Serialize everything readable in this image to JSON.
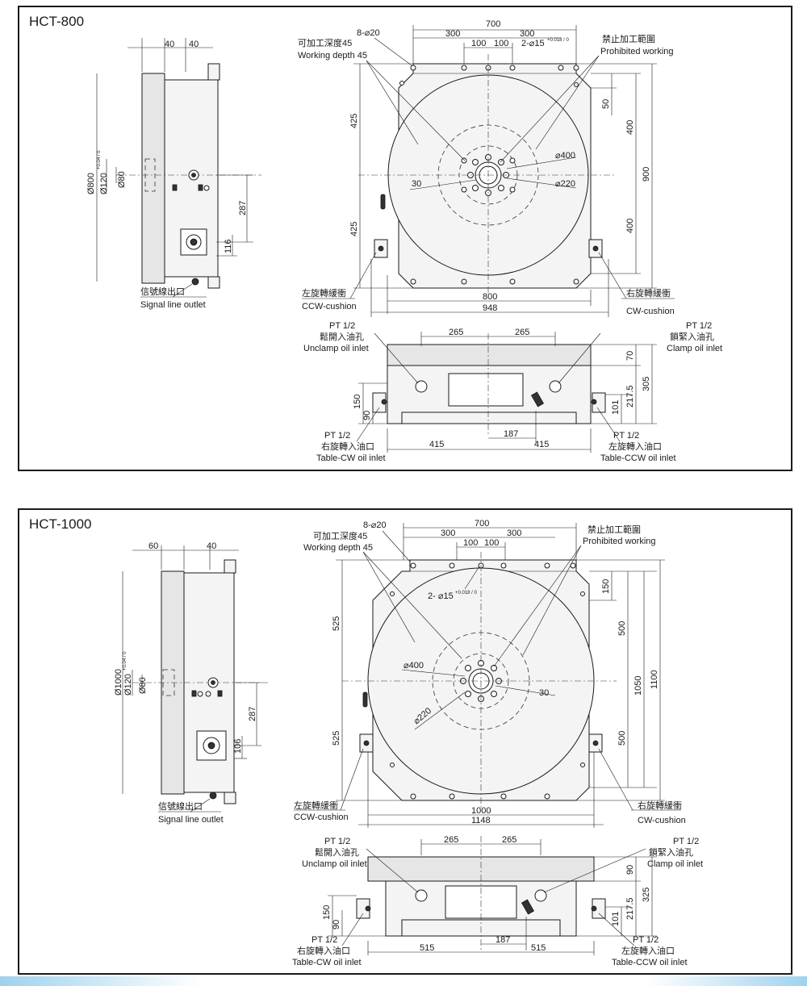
{
  "drawings": [
    {
      "model": "HCT-800",
      "side_view": {
        "top_dims": [
          "40",
          "40"
        ],
        "dia_outer": "Ø800",
        "dia_bore": "Ø120",
        "dia_bore_tol": "+0.04 / 0",
        "dia_inner": "Ø80",
        "height_dims": [
          "287",
          "116"
        ],
        "signal_cn": "信號線出口",
        "signal_en": "Signal line outlet"
      },
      "top_view": {
        "holes_label": "8-⌀20",
        "depth_cn": "可加工深度45",
        "depth_en": "Working depth 45",
        "prohibited_cn": "禁止加工範圍",
        "prohibited_en": "Prohibited working",
        "width_dims": [
          "700",
          "300",
          "300",
          "100",
          "100"
        ],
        "pin_label": "2-⌀15",
        "pin_tol": "+0.018 / 0",
        "left_dims": [
          "425",
          "425"
        ],
        "right_dims": [
          "50",
          "400",
          "400",
          "900"
        ],
        "circle_400": "⌀400",
        "circle_220": "⌀220",
        "tslot": "30",
        "bottom_dims": [
          "800",
          "948"
        ],
        "ccw_cn": "左旋轉緩衝",
        "ccw_en": "CCW-cushion",
        "cw_cn": "右旋轉緩衝",
        "cw_en": "CW-cushion"
      },
      "front_view": {
        "unclamp_pt": "PT 1/2",
        "unclamp_cn": "鬆開入油孔",
        "unclamp_en": "Unclamp oil inlet",
        "clamp_pt": "PT 1/2",
        "clamp_cn": "鎖緊入油孔",
        "clamp_en": "Clamp oil inlet",
        "top_dims": [
          "265",
          "265"
        ],
        "right_dims": [
          "70",
          "217.5",
          "305",
          "101"
        ],
        "left_dims": [
          "150",
          "90"
        ],
        "bottom_dims": [
          "415",
          "415",
          "187"
        ],
        "cw_pt": "PT 1/2",
        "cw_cn": "右旋轉入油口",
        "cw_en": "Table-CW oil inlet",
        "ccw_pt": "PT 1/2",
        "ccw_cn": "左旋轉入油口",
        "ccw_en": "Table-CCW oil inlet"
      }
    },
    {
      "model": "HCT-1000",
      "side_view": {
        "top_dims": [
          "60",
          "40"
        ],
        "dia_outer": "Ø1000",
        "dia_bore": "Ø120",
        "dia_bore_tol": "+0.04 / 0",
        "dia_inner": "Ø80",
        "height_dims": [
          "287",
          "106"
        ],
        "signal_cn": "信號線出口",
        "signal_en": "Signal line outlet"
      },
      "top_view": {
        "holes_label": "8-⌀20",
        "depth_cn": "可加工深度45",
        "depth_en": "Working depth 45",
        "prohibited_cn": "禁止加工範圍",
        "prohibited_en": "Prohibited working",
        "width_dims": [
          "700",
          "300",
          "300",
          "100",
          "100"
        ],
        "pin_label": "2- ⌀15",
        "pin_tol": "+0.018 / 0",
        "left_dims": [
          "525",
          "525"
        ],
        "right_dims": [
          "150",
          "500",
          "500",
          "1050",
          "1100"
        ],
        "circle_400": "⌀400",
        "circle_220": "⌀220",
        "tslot": "30",
        "bottom_dims": [
          "1000",
          "1148"
        ],
        "ccw_cn": "左旋轉緩衝",
        "ccw_en": "CCW-cushion",
        "cw_cn": "右旋轉緩衝",
        "cw_en": "CW-cushion"
      },
      "front_view": {
        "unclamp_pt": "PT 1/2",
        "unclamp_cn": "鬆開入油孔",
        "unclamp_en": "Unclamp oil inlet",
        "clamp_pt": "PT 1/2",
        "clamp_cn": "鎖緊入油孔",
        "clamp_en": "Clamp oil inlet",
        "top_dims": [
          "265",
          "265"
        ],
        "right_dims": [
          "90",
          "217.5",
          "325",
          "101"
        ],
        "left_dims": [
          "150",
          "90"
        ],
        "bottom_dims": [
          "515",
          "515",
          "187"
        ],
        "cw_pt": "PT 1/2",
        "cw_cn": "右旋轉入油口",
        "cw_en": "Table-CW oil inlet",
        "ccw_pt": "PT 1/2",
        "ccw_cn": "左旋轉入油口",
        "ccw_en": "Table-CCW oil inlet"
      }
    }
  ]
}
